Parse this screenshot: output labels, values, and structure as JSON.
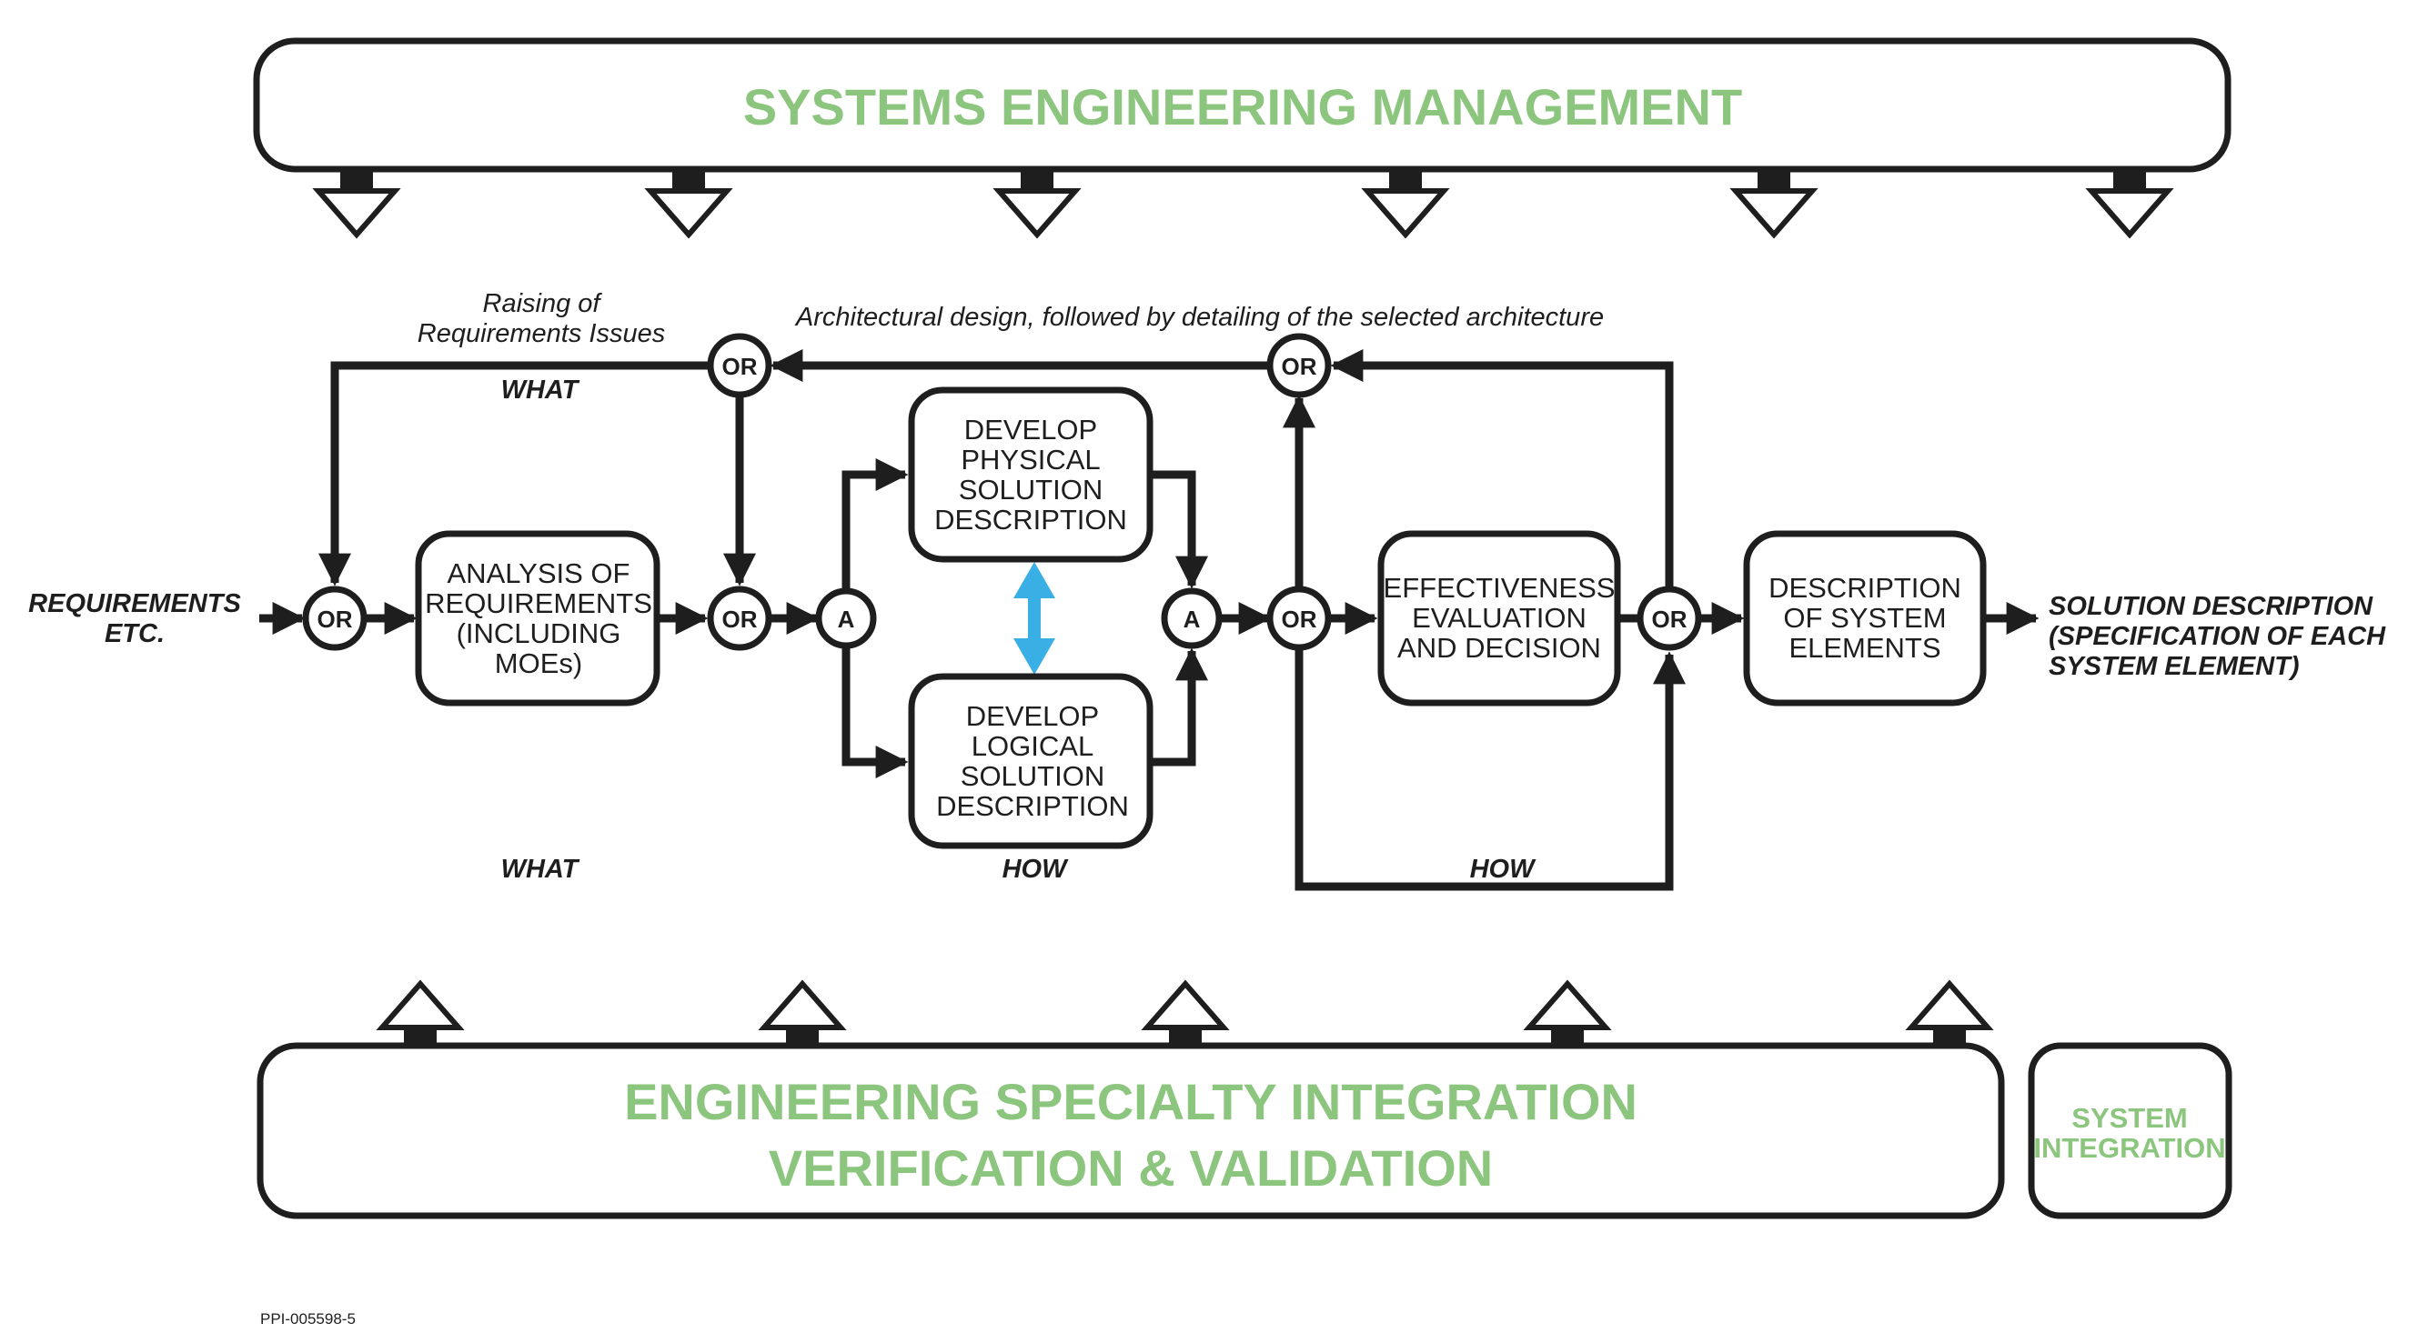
{
  "header": {
    "title": "SYSTEMS ENGINEERING MANAGEMENT"
  },
  "footer": {
    "line1": "ENGINEERING SPECIALTY INTEGRATION",
    "line2": "VERIFICATION & VALIDATION"
  },
  "side_box": {
    "line1": "SYSTEM",
    "line2": "INTEGRATION"
  },
  "boxes": {
    "analysis": [
      "ANALYSIS OF",
      "REQUIREMENTS",
      "(INCLUDING",
      "MOEs)"
    ],
    "physical": [
      "DEVELOP",
      "PHYSICAL",
      "SOLUTION",
      "DESCRIPTION"
    ],
    "logical": [
      "DEVELOP",
      "LOGICAL",
      "SOLUTION",
      "DESCRIPTION"
    ],
    "effectiveness": [
      "EFFECTIVENESS",
      "EVALUATION",
      "AND DECISION"
    ],
    "description": [
      "DESCRIPTION",
      "OF SYSTEM",
      "ELEMENTS"
    ]
  },
  "nodes": {
    "or": "OR",
    "and": "A"
  },
  "labels": {
    "input": [
      "REQUIREMENTS",
      "ETC."
    ],
    "output": [
      "SOLUTION  DESCRIPTION",
      "(SPECIFICATION OF EACH",
      "SYSTEM ELEMENT)"
    ],
    "raising": [
      "Raising of",
      "Requirements Issues"
    ],
    "architectural": "Architectural design, followed by detailing of the selected architecture",
    "what_top": "WHAT",
    "what_bottom": "WHAT",
    "how_logical": "HOW",
    "how_loop": "HOW"
  },
  "doc_id": "PPI-005598-5",
  "colors": {
    "title_green": "#8cc57e",
    "ink": "#1e1e1e",
    "double_arrow": "#3aafe6"
  },
  "icons": {
    "down_arrows": "hollow-down-triangle-icon",
    "up_arrows": "hollow-up-triangle-icon"
  }
}
